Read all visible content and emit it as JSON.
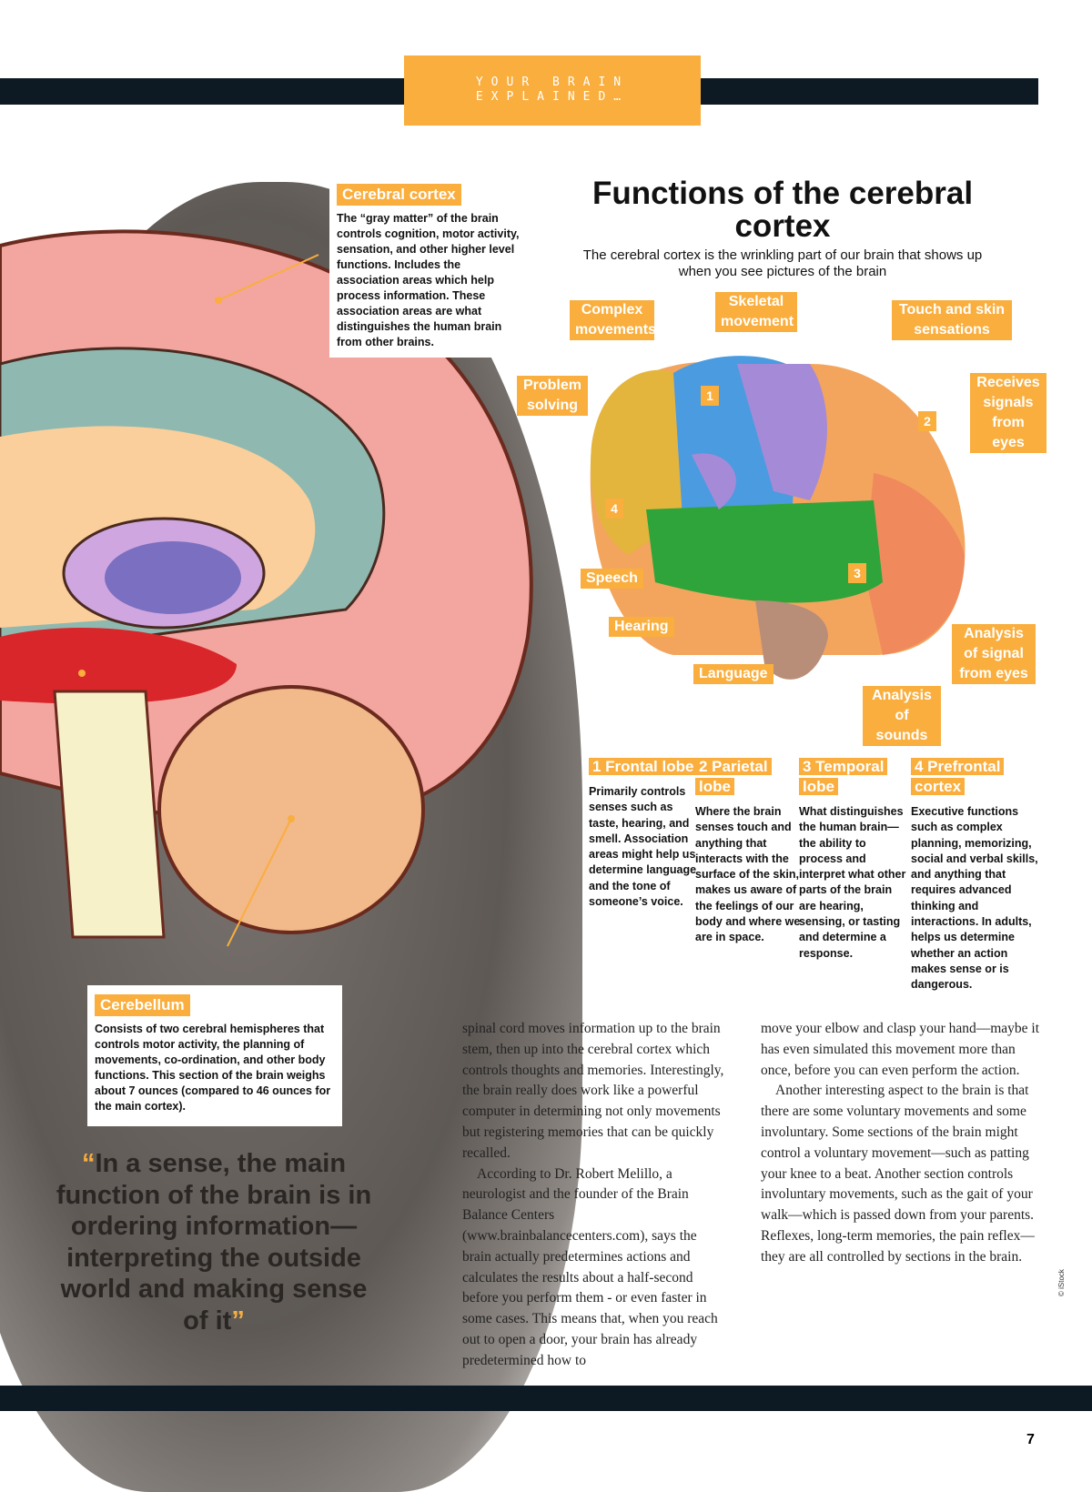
{
  "header": {
    "kicker": "YOUR BRAIN EXPLAINED…"
  },
  "left": {
    "cortex_title": "Cerebral cortex",
    "cortex_text": "The “gray matter” of the brain controls cognition, motor activity, sensation, and other higher level functions. Includes the association areas which help process information. These association areas are what distinguishes the human brain from other brains.",
    "cerebellum_title": "Cerebellum",
    "cerebellum_text": "Consists of two cerebral hemispheres that controls motor activity, the planning of movements, co-ordination, and other body functions. This section of the brain weighs about 7 ounces (compared to 46 ounces for the main cortex).",
    "quote_open": "“",
    "quote": "In a sense, the main function of the brain is in ordering information—interpreting the outside world and making sense of it",
    "quote_close": "”"
  },
  "diagram": {
    "title": "Functions of the cerebral cortex",
    "subtitle": "The cerebral cortex is the wrinkling part of our brain that shows up when you see pictures of the brain",
    "labels": [
      "Complex movements",
      "Skeletal movement",
      "Touch and skin sensations",
      "Problem solving",
      "Receives signals from eyes",
      "Speech",
      "Hearing",
      "Language",
      "Analysis of sounds",
      "Analysis of signal from eyes"
    ],
    "numbers": [
      "1",
      "2",
      "3",
      "4"
    ],
    "colors": {
      "accent": "#f9ae3e",
      "frontal_blue": "#4a9be0",
      "purple": "#a58ad8",
      "yellow": "#e3b53c",
      "green": "#2fa43a",
      "orange": "#f3a55e",
      "salmon": "#f08a5d",
      "cerebellum": "#b98e78"
    }
  },
  "lobes": [
    {
      "title": "1 Frontal lobe",
      "text": "Primarily controls senses such as taste, hearing, and smell. Association areas might help us determine language and the tone of someone’s voice."
    },
    {
      "title": "2 Parietal lobe",
      "text": "Where the brain senses touch and anything that interacts with the surface of the skin, makes us aware of the feelings of our body and where we are in space."
    },
    {
      "title": "3 Temporal lobe",
      "text": "What distinguishes the human brain—the ability to process and interpret what other parts of the brain are hearing, sensing, or tasting and determine a response."
    },
    {
      "title": "4 Prefrontal cortex",
      "text": "Executive functions such as complex planning, memorizing, social and verbal skills, and anything that requires advanced thinking and interactions. In adults, helps us determine whether an action makes sense or is dangerous."
    }
  ],
  "body": {
    "col1": [
      "spinal cord moves information up to the brain stem, then up into the cerebral cortex which controls thoughts and memories. Interestingly, the brain really does work like a powerful computer in determining not only movements but registering memories that can be quickly recalled.",
      "According to Dr. Robert Melillo, a neurologist and the founder of the Brain Balance Centers (www.brainbalancecenters.com), says the brain actually predetermines actions and calculates the results about a half-second before you perform them - or even faster in some cases. This means that, when you reach out to open a door, your brain has already predetermined how to"
    ],
    "col2": [
      "move your elbow and clasp your hand—maybe it has even simulated this movement more than once, before you can even perform the action.",
      "Another interesting aspect to the brain is that there are some voluntary movements and some involuntary. Some sections of the brain might control a voluntary movement—such as patting your knee to a beat. Another section controls involuntary movements, such as the gait of your walk—which is passed down from your parents. Reflexes, long-term memories, the pain reflex—they are all controlled by sections in the brain."
    ]
  },
  "footer": {
    "page": "7",
    "credit": "© iStock"
  }
}
